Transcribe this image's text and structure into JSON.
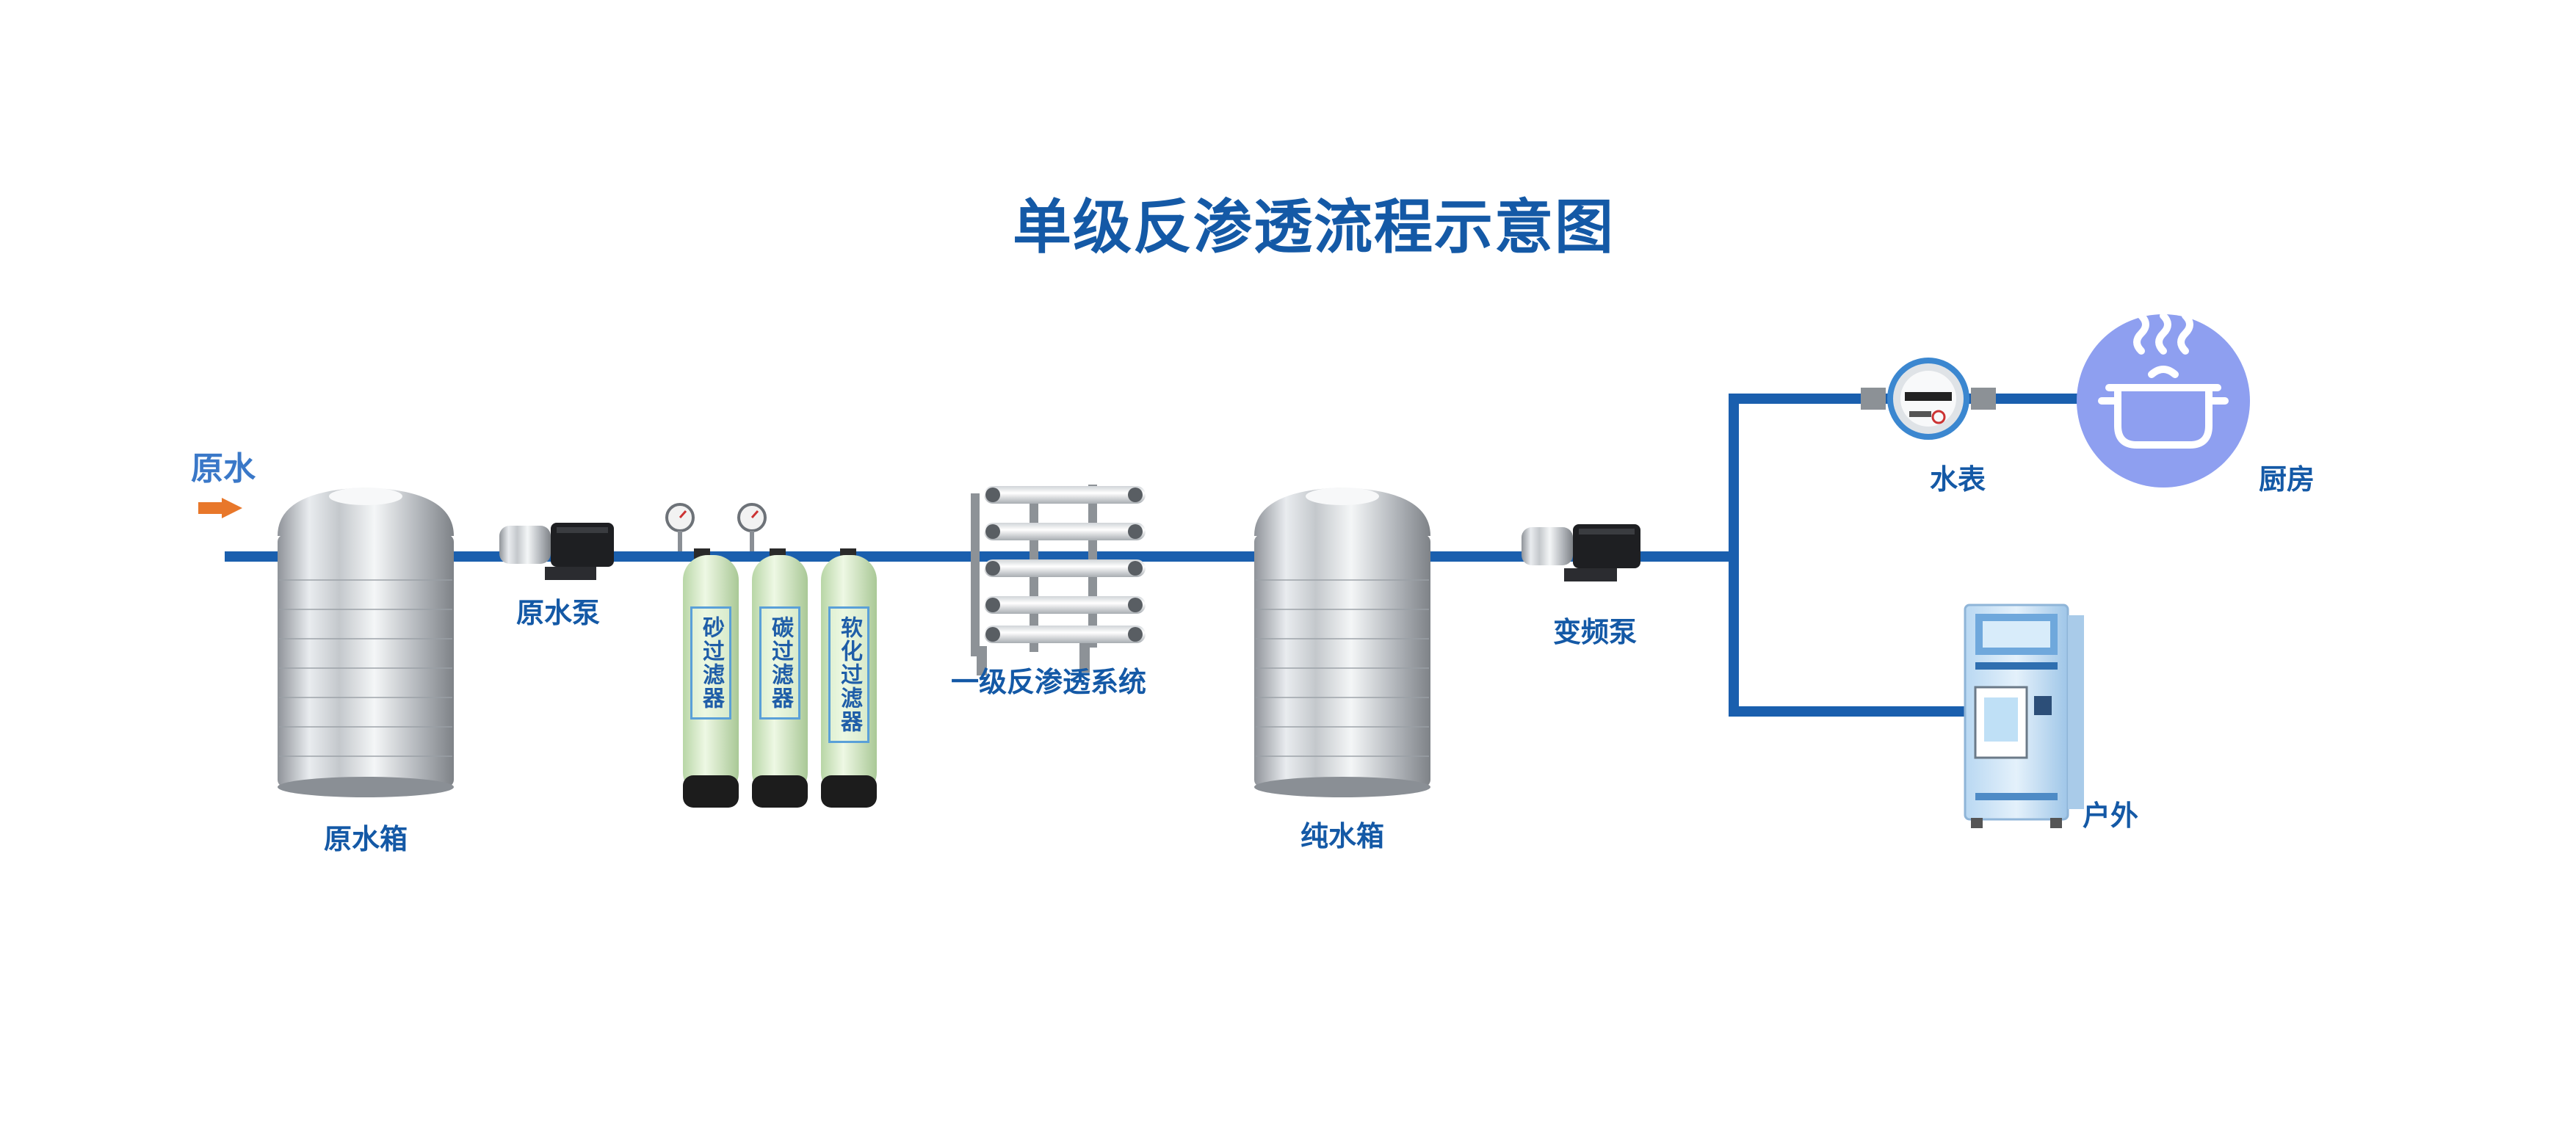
{
  "title": "单级反渗透流程示意图",
  "labels": {
    "raw_water": "原水",
    "raw_tank": "原水箱",
    "raw_pump": "原水泵",
    "sand_filter": "砂过滤器",
    "carbon_filter": "碳过滤器",
    "softener_filter": "软化过滤器",
    "ro_system": "一级反渗透系统",
    "pure_tank": "纯水箱",
    "vfd_pump": "变频泵",
    "water_meter": "水表",
    "kitchen": "厨房",
    "outdoor": "户外"
  },
  "colors": {
    "pipe": "#1a5fae",
    "text": "#1459a6",
    "arrow": "#e8772a",
    "kitchen_circle": "#8e9ff0"
  },
  "icons": {
    "arrow": "arrow-right-icon",
    "kitchen": "cooking-pot-icon",
    "meter": "water-meter-icon"
  }
}
